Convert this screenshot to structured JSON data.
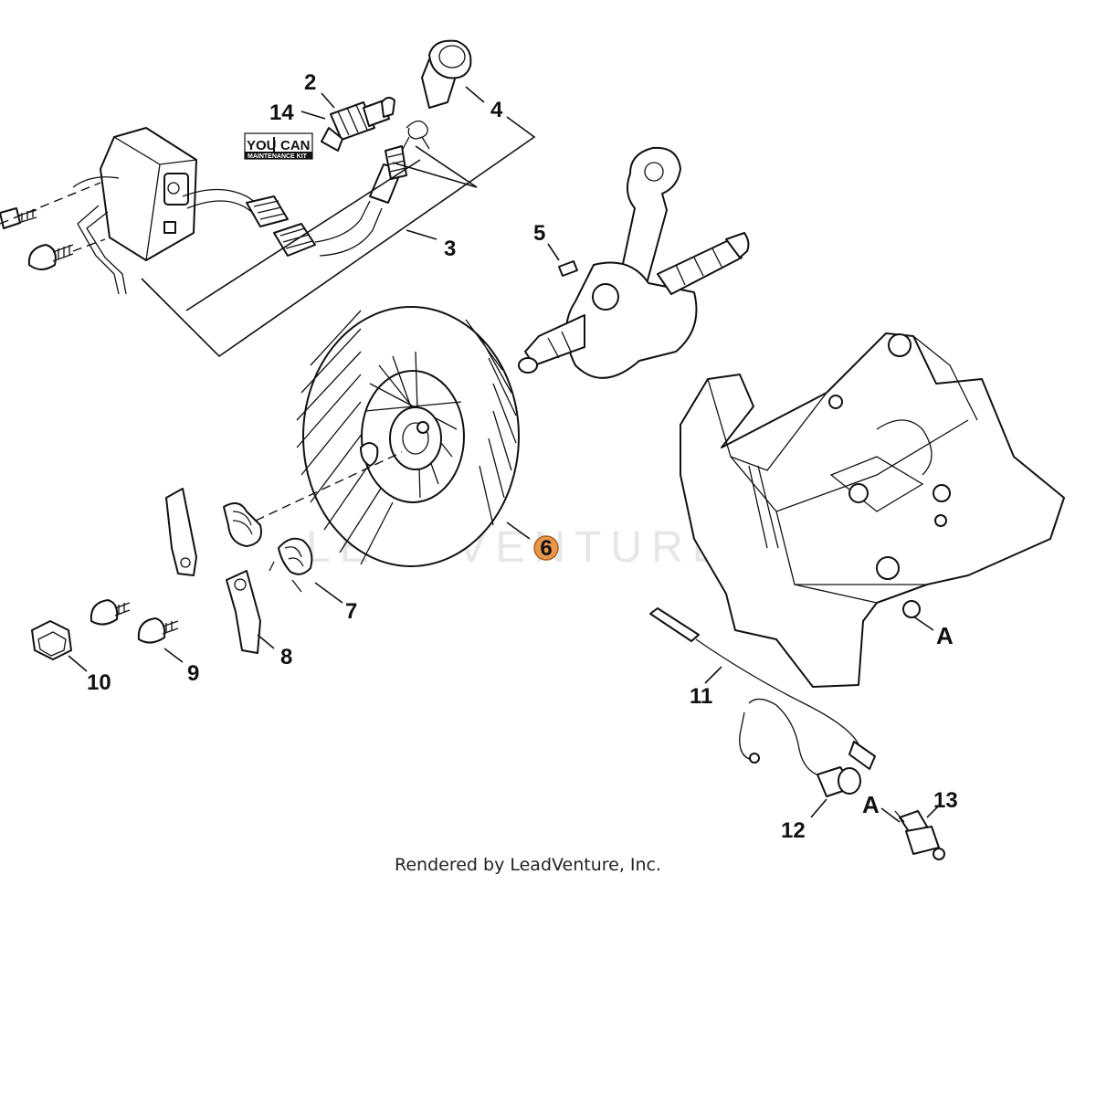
{
  "watermark": "LEADVENTURE",
  "credit": "Rendered by LeadVenture, Inc.",
  "kit_badge": {
    "line1": "YOU",
    "line2": "CAN",
    "line3": "MAINTENANCE KIT"
  },
  "callouts": {
    "c2": "2",
    "c3": "3",
    "c4": "4",
    "c5": "5",
    "c6": "6",
    "c7": "7",
    "c8": "8",
    "c9": "9",
    "c10": "10",
    "c11": "11",
    "c12": "12",
    "c13": "13",
    "c14": "14",
    "a1": "A",
    "a2": "A"
  },
  "highlighted_callout": "6",
  "colors": {
    "highlight": "#e8974c",
    "ink": "#111111"
  }
}
